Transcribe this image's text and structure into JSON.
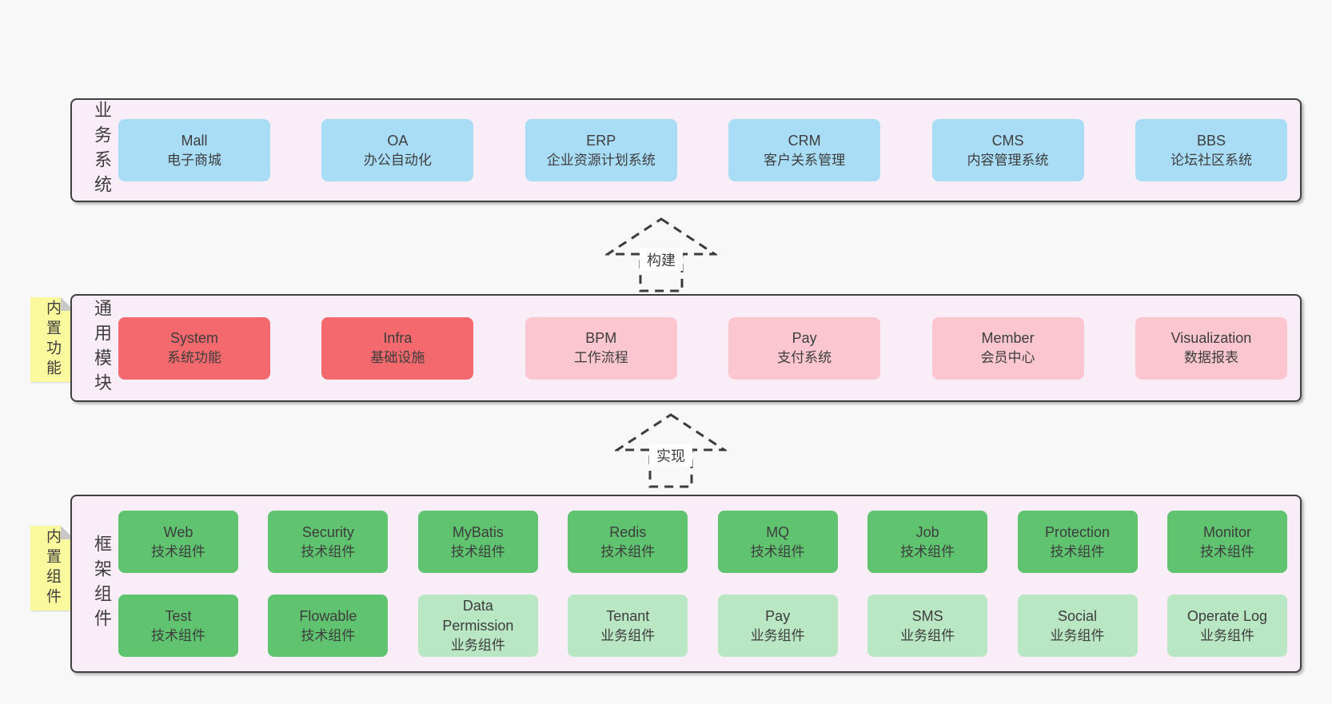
{
  "palette": {
    "page_bg": "#f8f8f8",
    "layer_bg": "#f9eef8",
    "layer_border": "#404040",
    "blue": "#a9ddf6",
    "red": "#f4696d",
    "pink": "#fcc6d0",
    "green": "#5fc370",
    "green_light": "#b9e6c3",
    "sticky": "#fbf99d",
    "sticky_fold": "#c8c8c8",
    "text": "#3d3d3d",
    "arrow_stroke": "#3c3c3c",
    "arrow_label_bg": "#ffffff"
  },
  "arrows": [
    {
      "label": "构建"
    },
    {
      "label": "实现"
    }
  ],
  "layers": [
    {
      "label": "业务系统",
      "rows": [
        [
          {
            "title": "Mall",
            "subtitle": "电子商城",
            "color": "blue"
          },
          {
            "title": "OA",
            "subtitle": "办公自动化",
            "color": "blue"
          },
          {
            "title": "ERP",
            "subtitle": "企业资源计划系统",
            "color": "blue"
          },
          {
            "title": "CRM",
            "subtitle": "客户关系管理",
            "color": "blue"
          },
          {
            "title": "CMS",
            "subtitle": "内容管理系统",
            "color": "blue"
          },
          {
            "title": "BBS",
            "subtitle": "论坛社区系统",
            "color": "blue"
          }
        ]
      ]
    },
    {
      "label": "通用模块",
      "note": "内置功能",
      "rows": [
        [
          {
            "title": "System",
            "subtitle": "系统功能",
            "color": "red"
          },
          {
            "title": "Infra",
            "subtitle": "基础设施",
            "color": "red"
          },
          {
            "title": "BPM",
            "subtitle": "工作流程",
            "color": "pink"
          },
          {
            "title": "Pay",
            "subtitle": "支付系统",
            "color": "pink"
          },
          {
            "title": "Member",
            "subtitle": "会员中心",
            "color": "pink"
          },
          {
            "title": "Visualization",
            "subtitle": "数据报表",
            "color": "pink"
          }
        ]
      ]
    },
    {
      "label": "框架组件",
      "note": "内置组件",
      "rows": [
        [
          {
            "title": "Web",
            "subtitle": "技术组件",
            "color": "green"
          },
          {
            "title": "Security",
            "subtitle": "技术组件",
            "color": "green"
          },
          {
            "title": "MyBatis",
            "subtitle": "技术组件",
            "color": "green"
          },
          {
            "title": "Redis",
            "subtitle": "技术组件",
            "color": "green"
          },
          {
            "title": "MQ",
            "subtitle": "技术组件",
            "color": "green"
          },
          {
            "title": "Job",
            "subtitle": "技术组件",
            "color": "green"
          },
          {
            "title": "Protection",
            "subtitle": "技术组件",
            "color": "green"
          },
          {
            "title": "Monitor",
            "subtitle": "技术组件",
            "color": "green"
          }
        ],
        [
          {
            "title": "Test",
            "subtitle": "技术组件",
            "color": "green"
          },
          {
            "title": "Flowable",
            "subtitle": "技术组件",
            "color": "green"
          },
          {
            "title": "Data Permission",
            "subtitle": "业务组件",
            "color": "green_light"
          },
          {
            "title": "Tenant",
            "subtitle": "业务组件",
            "color": "green_light"
          },
          {
            "title": "Pay",
            "subtitle": "业务组件",
            "color": "green_light"
          },
          {
            "title": "SMS",
            "subtitle": "业务组件",
            "color": "green_light"
          },
          {
            "title": "Social",
            "subtitle": "业务组件",
            "color": "green_light"
          },
          {
            "title": "Operate Log",
            "subtitle": "业务组件",
            "color": "green_light"
          }
        ]
      ]
    }
  ]
}
